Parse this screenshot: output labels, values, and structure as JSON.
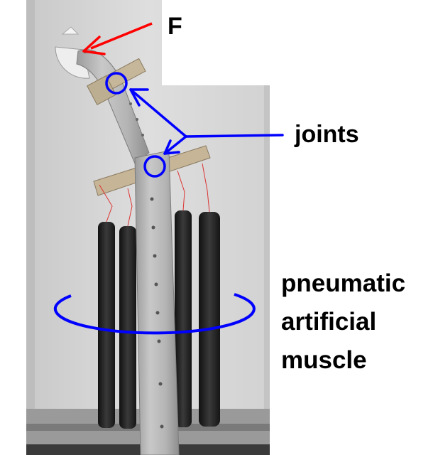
{
  "labels": {
    "force": "F",
    "joints": "joints",
    "muscle": [
      "pneumatic",
      "artificial",
      "muscle"
    ]
  },
  "colors": {
    "force_arrow": "#ff0000",
    "joint_markers": "#0000ff",
    "background": "#ffffff",
    "backdrop": "#d8d8d8",
    "aluminium": "#b8b8b8",
    "muscle": "#2a2a2a"
  },
  "icons": {
    "force_arrow": "arrow-icon",
    "joint_circle": "circle-icon",
    "rotation": "ellipse-icon"
  }
}
